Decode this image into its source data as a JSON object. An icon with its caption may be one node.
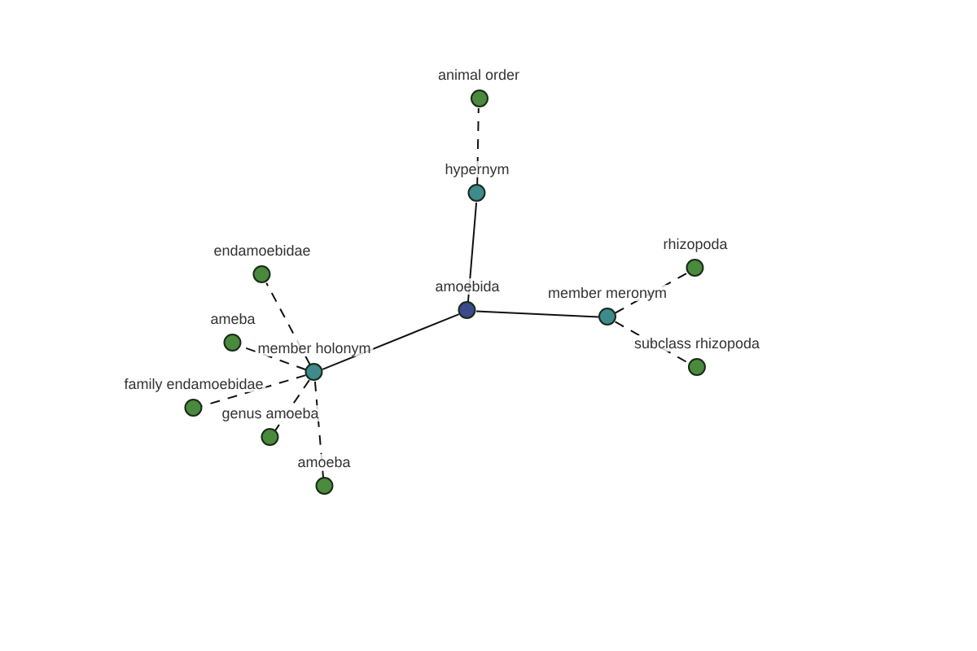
{
  "diagram": {
    "nodes": [
      {
        "text": [
          "animal order"
        ]
      },
      {
        "text": [
          "hypernym"
        ]
      },
      {
        "text": [
          "rhizopoda"
        ]
      },
      {
        "text": [
          "endamoebidae"
        ]
      },
      {
        "text": [
          "amoebida"
        ]
      },
      {
        "text": [
          "member meronym"
        ]
      },
      {
        "text": [
          "ameba"
        ]
      },
      {
        "text": [
          "subclass rhizopoda"
        ]
      },
      {
        "text": [
          "member holonym"
        ]
      },
      {
        "text": [
          "family endamoebidae"
        ]
      },
      {
        "text": [
          "genus amoeba"
        ]
      },
      {
        "text": [
          "amoeba"
        ]
      }
    ],
    "edges": [
      {
        "from": 4,
        "to": 1,
        "arrow": "none"
      },
      {
        "from": 1,
        "to": 0,
        "arrow": "none",
        "style": "dashed"
      },
      {
        "from": 4,
        "to": 5,
        "arrow": "none"
      },
      {
        "from": 5,
        "to": 2,
        "arrow": "none",
        "style": "dashed"
      },
      {
        "from": 5,
        "to": 7,
        "arrow": "none",
        "style": "dashed"
      },
      {
        "from": 4,
        "to": 8,
        "arrow": "none"
      },
      {
        "from": 8,
        "to": 3,
        "arrow": "none",
        "style": "dashed"
      },
      {
        "from": 8,
        "to": 6,
        "arrow": "none",
        "style": "dashed"
      },
      {
        "from": 8,
        "to": 9,
        "arrow": "none",
        "style": "dashed"
      },
      {
        "from": 8,
        "to": 10,
        "arrow": "none",
        "style": "dashed"
      },
      {
        "from": 8,
        "to": 11,
        "arrow": "none",
        "style": "dashed"
      }
    ]
  }
}
